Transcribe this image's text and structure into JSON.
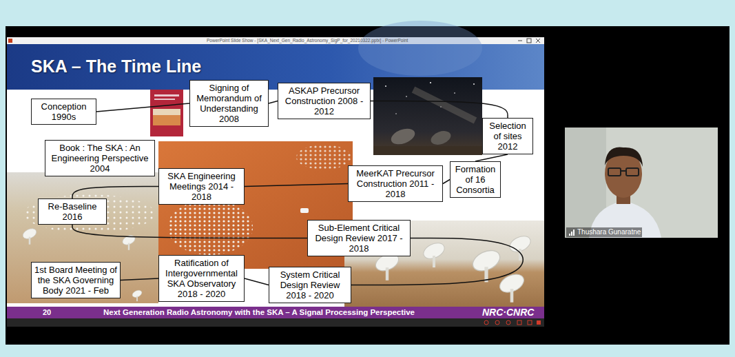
{
  "diagram": {
    "title": "SKA – The Time Line",
    "nodes": [
      {
        "text": [
          "Conception 1990s"
        ]
      },
      {
        "text": [
          "Signing of Memorandum of Understanding 2008"
        ]
      },
      {
        "text": [
          "ASKAP Precursor Construction 2008 - 2012"
        ]
      },
      {
        "text": [
          "Selection of sites 2012"
        ]
      },
      {
        "text": [
          "Book : The SKA : An Engineering Perspective 2004"
        ]
      },
      {
        "text": [
          "SKA Engineering Meetings 2014 - 2018"
        ]
      },
      {
        "text": [
          "MeerKAT Precursor Construction 2011 - 2018"
        ]
      },
      {
        "text": [
          "Formation of 16 Consortia"
        ]
      },
      {
        "text": [
          "Re-Baseline 2016"
        ]
      },
      {
        "text": [
          "Sub-Element Critical Design Review 2017 - 2018"
        ]
      },
      {
        "text": [
          "1st Board Meeting of the SKA Governing Body 2021 - Feb"
        ]
      },
      {
        "text": [
          "Ratification of Intergovernmental SKA Observatory 2018 - 2020"
        ]
      },
      {
        "text": [
          "System Critical Design Review 2018 - 2020"
        ]
      }
    ],
    "edges": [
      {
        "from": 0,
        "to": 1,
        "arrow": "none"
      },
      {
        "from": 1,
        "to": 2,
        "arrow": "none"
      },
      {
        "from": 2,
        "to": 3,
        "arrow": "none"
      },
      {
        "from": 3,
        "to": 7,
        "arrow": "none"
      },
      {
        "from": 7,
        "to": 6,
        "arrow": "none"
      },
      {
        "from": 6,
        "to": 5,
        "arrow": "none"
      },
      {
        "from": 5,
        "to": 8,
        "arrow": "none"
      },
      {
        "from": 8,
        "to": 9,
        "arrow": "none"
      },
      {
        "from": 9,
        "to": 12,
        "arrow": "none"
      },
      {
        "from": 12,
        "to": 11,
        "arrow": "none"
      },
      {
        "from": 11,
        "to": 10,
        "arrow": "none"
      }
    ],
    "labels": [
      "PowerPoint Slide Show - [SKA_Next_Gen_Radio_Astronomy_SigP_for_20210322.pptx] - PowerPoint",
      "20",
      "Next Generation Radio Astronomy with the SKA – A Signal Processing Perspective",
      "NRC·CNRC",
      "Thushara Gunaratne"
    ]
  }
}
